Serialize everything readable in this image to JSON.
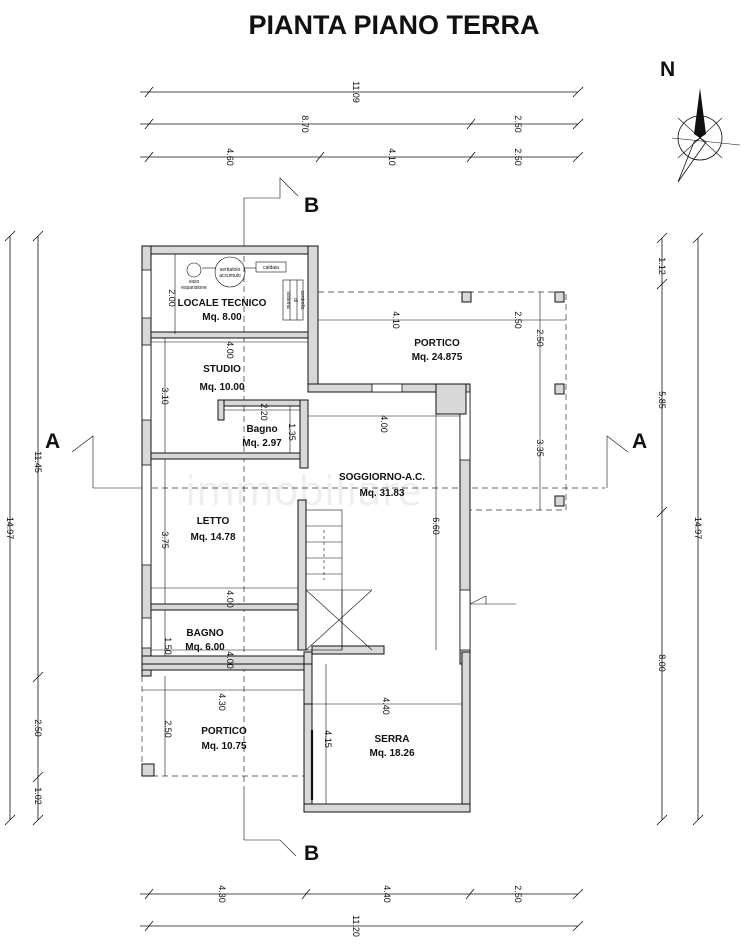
{
  "title": "PIANTA PIANO TERRA",
  "north": "N",
  "sections": {
    "a": "A",
    "b": "B"
  },
  "rooms": {
    "locale_tecnico": {
      "name": "LOCALE TECNICO",
      "area": "Mq. 8.00"
    },
    "studio": {
      "name": "STUDIO",
      "area": "Mq. 10.00"
    },
    "bagno_small": {
      "name": "Bagno",
      "area": "Mq. 2.97"
    },
    "letto": {
      "name": "LETTO",
      "area": "Mq. 14.78"
    },
    "bagno": {
      "name": "BAGNO",
      "area": "Mq. 6.00"
    },
    "portico_south": {
      "name": "PORTICO",
      "area": "Mq. 10.75"
    },
    "soggiorno": {
      "name": "SOGGIORNO-A.C.",
      "area": "Mq. 31.83"
    },
    "portico_east": {
      "name": "PORTICO",
      "area": "Mq. 24.875"
    },
    "serra": {
      "name": "SERRA",
      "area": "Mq. 18.26"
    }
  },
  "equipment": {
    "vaso": [
      "vaso",
      "espansione"
    ],
    "serbatoio": [
      "serbatoio",
      "accumulo"
    ],
    "caldaia": "caldaia",
    "quadro": [
      "sistema",
      "di",
      "controllo"
    ]
  },
  "dims": {
    "top_total": "11.09",
    "top_870": "8.70",
    "top_250a": "2.50",
    "top_460": "4.60",
    "top_410": "4.10",
    "top_250b": "2.50",
    "bot_430": "4.30",
    "bot_440": "4.40",
    "bot_250": "2.50",
    "bot_total": "11.20",
    "left_1497": "14.97",
    "left_1145": "11.45",
    "left_250": "2.50",
    "left_102": "1.02",
    "right_1497": "14.97",
    "right_112": "1.12",
    "right_585": "5.85",
    "right_800": "8.00",
    "in_200": "2.00",
    "in_400a": "4.00",
    "in_310": "3.10",
    "in_220": "2.20",
    "in_135": "1.35",
    "in_375": "3.75",
    "in_400b": "4.00",
    "in_150": "1.50",
    "in_400c": "4.00",
    "in_430": "4.30",
    "in_250s": "2.50",
    "in_410": "4.10",
    "in_250e": "2.50",
    "in_250v": "2.50",
    "in_335": "3.35",
    "in_400s": "4.00",
    "in_660": "6.60",
    "in_440": "4.40",
    "in_415": "4.15"
  },
  "watermark": "immobiliare"
}
